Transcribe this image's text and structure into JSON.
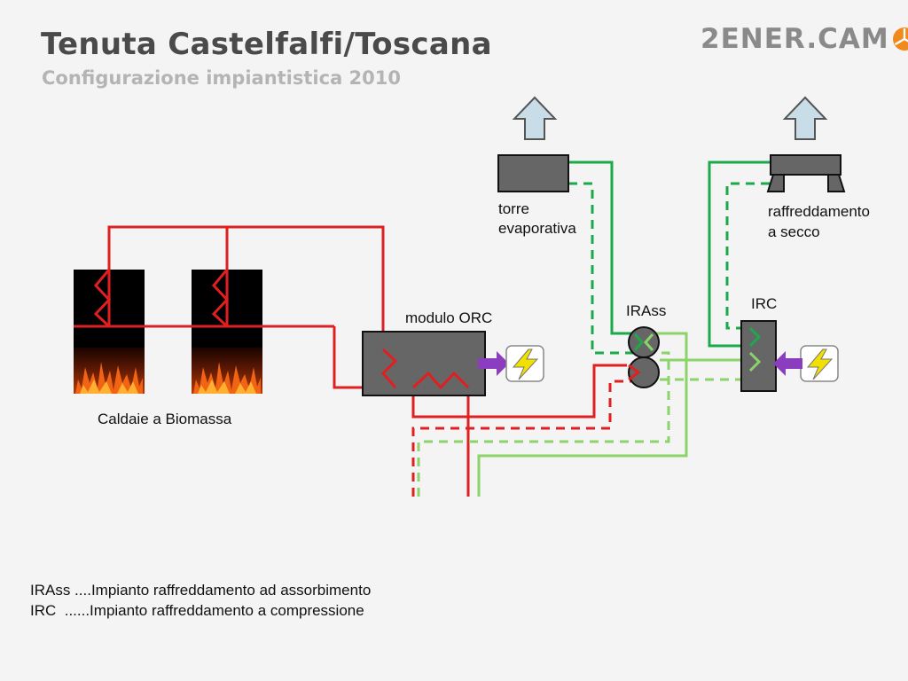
{
  "header": {
    "title": "Tenuta Castelfalfi/Toscana",
    "subtitle": "Configurazione impiantistica 2010"
  },
  "logo": {
    "text": "2ENER.CAM"
  },
  "labels": {
    "boilers": "Caldaie a Biomassa",
    "orc": "modulo ORC",
    "cooling_tower_line1": "torre",
    "cooling_tower_line2": "evaporativa",
    "dry_cooler_line1": "raffreddamento",
    "dry_cooler_line2": "a secco",
    "irass": "IRAss",
    "irc": "IRC"
  },
  "legend": [
    "IRAss ....Impianto raffreddamento ad assorbimento",
    "IRC  ......Impianto raffreddamento a compressione"
  ],
  "colors": {
    "hot_water": "#e02020",
    "cooling_water": "#1aaa4a",
    "chilled_water": "#8cd46a",
    "component": "#666666",
    "electric_arrow": "#8a3dbf",
    "exhaust_arrow": "#c8dde8"
  },
  "icons": [
    "flame-icon",
    "lightning-icon",
    "exhaust-arrow-icon",
    "logo-sun-icon"
  ]
}
